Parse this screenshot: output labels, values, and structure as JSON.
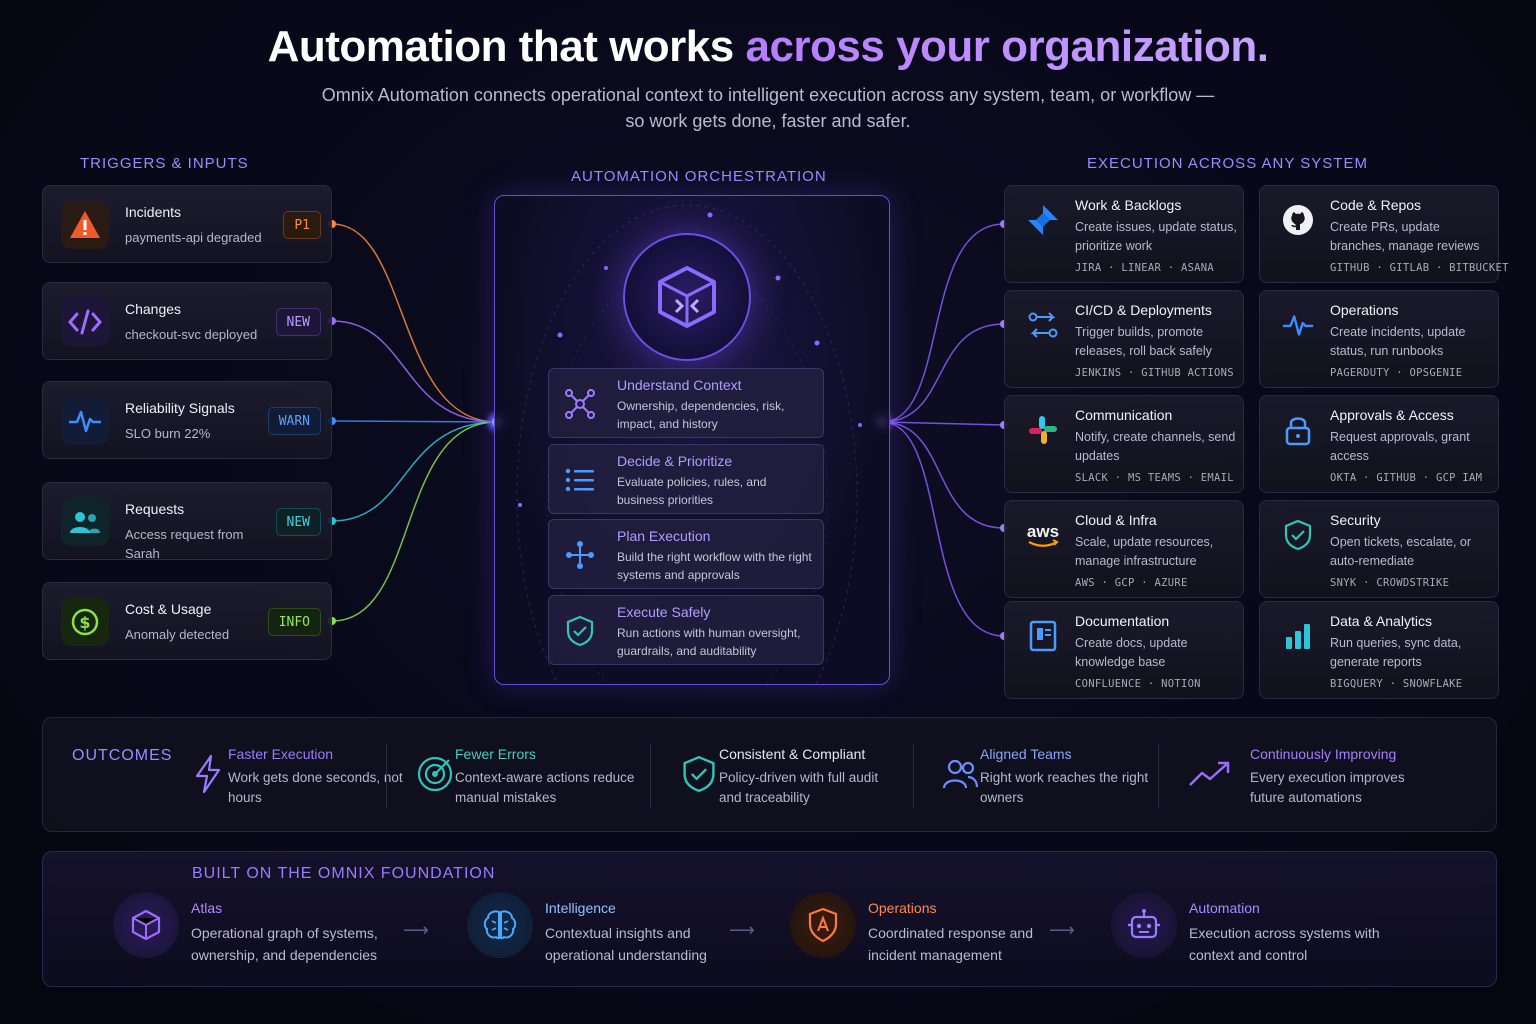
{
  "header": {
    "title_prefix": "Automation that works ",
    "title_accent": "across your organization.",
    "subtitle": "Omnix Automation connects operational context to intelligent execution across any system, team, or workflow — so work gets done, faster and safer."
  },
  "triggers": {
    "label": "TRIGGERS & INPUTS",
    "items": [
      {
        "title": "Incidents",
        "sub": "payments-api degraded",
        "badge": "P1",
        "color": "#ff8a3d",
        "icon": "warning-icon"
      },
      {
        "title": "Changes",
        "sub": "checkout-svc deployed",
        "badge": "NEW",
        "color": "#a06bff",
        "icon": "code-icon"
      },
      {
        "title": "Reliability Signals",
        "sub": "SLO burn 22%",
        "badge": "WARN",
        "color": "#3c8dff",
        "icon": "pulse-icon"
      },
      {
        "title": "Requests",
        "sub": "Access request from Sarah",
        "badge": "NEW",
        "color": "#2ec5d8",
        "icon": "users-icon"
      },
      {
        "title": "Cost & Usage",
        "sub": "Anomaly detected",
        "badge": "INFO",
        "color": "#8ae04a",
        "icon": "dollar-icon"
      }
    ]
  },
  "orchestration": {
    "label": "AUTOMATION ORCHESTRATION",
    "steps": [
      {
        "title": "Understand Context",
        "desc": "Ownership, dependencies, risk, impact, and history",
        "icon": "graph-nodes-icon"
      },
      {
        "title": "Decide & Prioritize",
        "desc": "Evaluate policies, rules, and business priorities",
        "icon": "list-icon"
      },
      {
        "title": "Plan Execution",
        "desc": "Build the right workflow with the right systems and approvals",
        "icon": "workflow-icon"
      },
      {
        "title": "Execute Safely",
        "desc": "Run actions with human oversight, guardrails, and auditability",
        "icon": "shield-check-icon"
      }
    ]
  },
  "execution": {
    "label": "EXECUTION ACROSS ANY SYSTEM",
    "items": [
      {
        "title": "Work & Backlogs",
        "desc": "Create issues, update status, prioritize work",
        "tools": "JIRA · LINEAR · ASANA",
        "icon": "jira-icon"
      },
      {
        "title": "Code & Repos",
        "desc": "Create PRs, update branches, manage reviews",
        "tools": "GITHUB · GITLAB · BITBUCKET",
        "icon": "github-icon"
      },
      {
        "title": "CI/CD & Deployments",
        "desc": "Trigger builds, promote releases, roll back safely",
        "tools": "JENKINS · GITHUB ACTIONS",
        "icon": "pipeline-icon"
      },
      {
        "title": "Operations",
        "desc": "Create incidents, update status, run runbooks",
        "tools": "PAGERDUTY · OPSGENIE",
        "icon": "pulse-icon"
      },
      {
        "title": "Communication",
        "desc": "Notify, create channels, send updates",
        "tools": "SLACK · MS TEAMS · EMAIL",
        "icon": "slack-icon"
      },
      {
        "title": "Approvals & Access",
        "desc": "Request approvals, grant access",
        "tools": "OKTA · GITHUB · GCP IAM",
        "icon": "lock-icon"
      },
      {
        "title": "Cloud & Infra",
        "desc": "Scale, update resources, manage infrastructure",
        "tools": "AWS · GCP · AZURE",
        "icon": "aws-icon",
        "logo_text": "aws"
      },
      {
        "title": "Security",
        "desc": "Open tickets, escalate, or auto-remediate",
        "tools": "SNYK · CROWDSTRIKE",
        "icon": "shield-check-icon"
      },
      {
        "title": "Documentation",
        "desc": "Create docs, update knowledge base",
        "tools": "CONFLUENCE · NOTION",
        "icon": "document-icon"
      },
      {
        "title": "Data & Analytics",
        "desc": "Run queries, sync data, generate reports",
        "tools": "BIGQUERY · SNOWFLAKE",
        "icon": "bar-chart-icon"
      }
    ]
  },
  "outcomes": {
    "label": "OUTCOMES",
    "items": [
      {
        "title": "Faster Execution",
        "desc": "Work gets done seconds, not hours",
        "color": "#9b7bff",
        "icon": "lightning-icon"
      },
      {
        "title": "Fewer Errors",
        "desc": "Context-aware actions reduce manual mistakes",
        "color": "#2ec5b8",
        "icon": "target-icon"
      },
      {
        "title": "Consistent & Compliant",
        "desc": "Policy-driven with full audit and traceability",
        "color": "#2ec5b8",
        "icon": "shield-check-icon"
      },
      {
        "title": "Aligned Teams",
        "desc": "Right work reaches the right owners",
        "color": "#6b8dff",
        "icon": "users-icon"
      },
      {
        "title": "Continuously Improving",
        "desc": "Every execution improves future automations",
        "color": "#9b6bff",
        "icon": "trend-up-icon"
      }
    ]
  },
  "foundation": {
    "label": "BUILT ON THE OMNIX FOUNDATION",
    "items": [
      {
        "title": "Atlas",
        "desc": "Operational graph of systems, ownership, and dependencies",
        "color": "#a06bff",
        "icon": "cube-icon"
      },
      {
        "title": "Intelligence",
        "desc": "Contextual insights and operational understanding",
        "color": "#4aa8ff",
        "icon": "brain-icon"
      },
      {
        "title": "Operations",
        "desc": "Coordinated response and incident management",
        "color": "#ff7a3d",
        "icon": "shield-a-icon"
      },
      {
        "title": "Automation",
        "desc": "Execution across systems with context and control",
        "color": "#9b7bff",
        "icon": "robot-icon"
      }
    ]
  }
}
